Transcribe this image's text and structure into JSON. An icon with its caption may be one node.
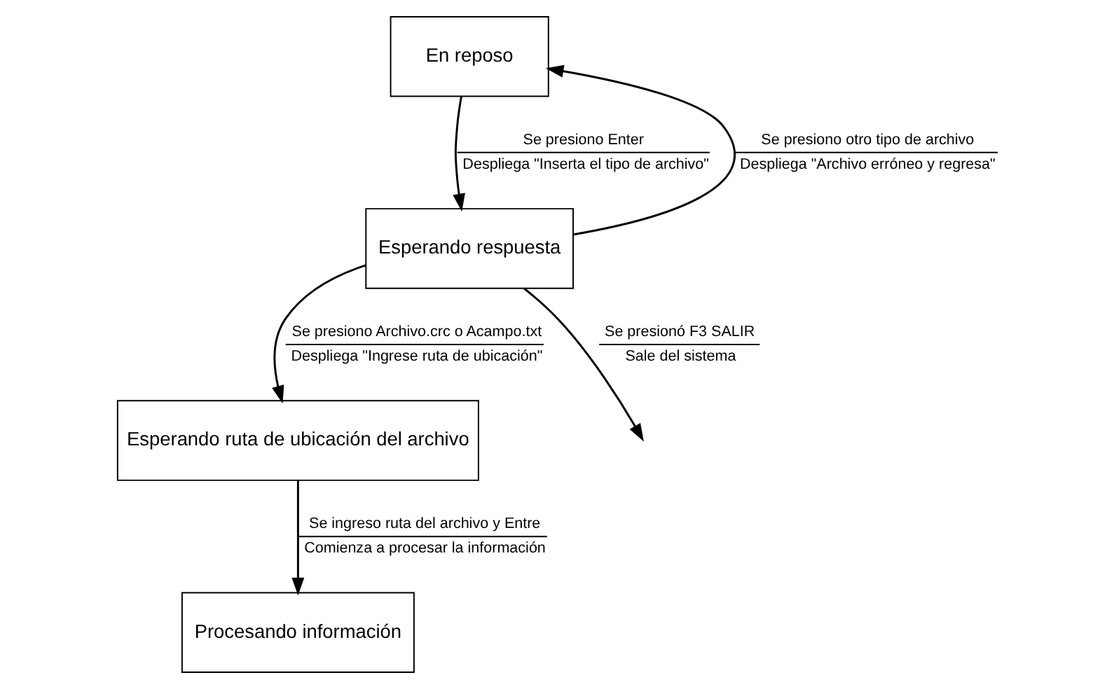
{
  "diagram": {
    "nodes": [
      {
        "text": [
          "En reposo"
        ]
      },
      {
        "text": [
          "Esperando respuesta"
        ]
      },
      {
        "text": [
          "Esperando ruta de ubicación del archivo"
        ]
      },
      {
        "text": [
          "Procesando información"
        ]
      }
    ],
    "edges": [
      {
        "from": 0,
        "to": 1,
        "arrow": "to",
        "label": [
          "Se presiono Enter",
          "Despliega \"Inserta el tipo de archivo\""
        ]
      },
      {
        "from": 1,
        "to": 0,
        "arrow": "to",
        "label": [
          "Se presiono otro tipo de archivo",
          "Despliega \"Archivo erróneo y regresa\""
        ]
      },
      {
        "from": 1,
        "to": 2,
        "arrow": "to",
        "label": [
          "Se presiono Archivo.crc o Acampo.txt",
          "Despliega \"Ingrese ruta de ubicación\""
        ]
      },
      {
        "from": 1,
        "to": null,
        "arrow": "to",
        "label": [
          "Se presionó F3 SALIR",
          "Sale del sistema"
        ]
      },
      {
        "from": 2,
        "to": 3,
        "arrow": "to",
        "label": [
          "Se ingreso ruta del archivo y Entre",
          "Comienza a procesar la información"
        ]
      }
    ]
  }
}
